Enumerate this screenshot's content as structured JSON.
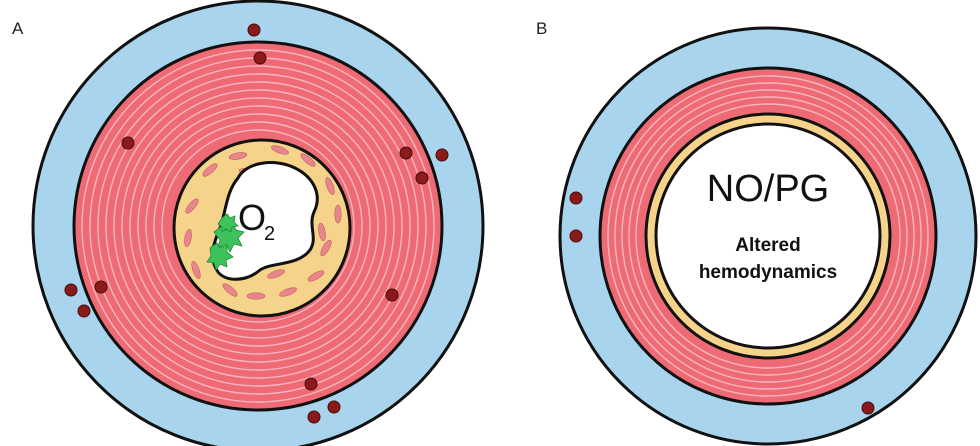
{
  "panels": {
    "a": {
      "label": "A",
      "lumen_text": "O",
      "lumen_subscript": "2"
    },
    "b": {
      "label": "B",
      "center_title": "NO/PG",
      "center_line1": "Altered",
      "center_line2": "hemodynamics"
    }
  },
  "colors": {
    "adventitia": "#a8d4ee",
    "media": "#ee6b76",
    "media_rings": "#f6b7bd",
    "intima": "#f5d38a",
    "intima_cells": "#e9868c",
    "lumen": "#ffffff",
    "outline": "#111111",
    "vasa_vasorum": "#8b1a1a",
    "inflammatory_cells": "#3ec25c"
  },
  "icons": {
    "vasa_vasorum": "red-dot-icon",
    "smooth_muscle_cell": "spindle-cell-icon",
    "inflammatory_cell": "green-cell-icon"
  }
}
